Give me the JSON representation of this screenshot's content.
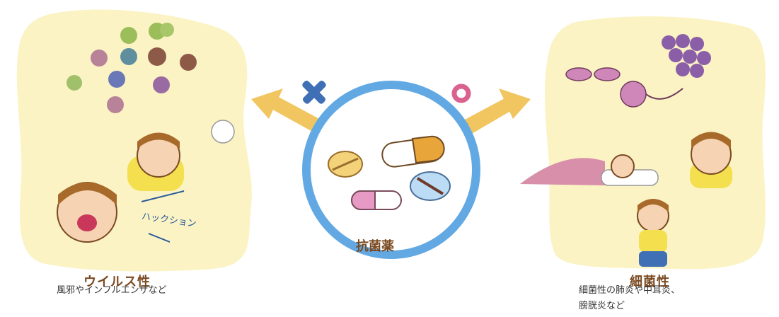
{
  "center": {
    "title": "抗菌薬"
  },
  "virus": {
    "title": "ウイルス性",
    "description": "風邪やインフルエンザなど",
    "sneeze_text": "ハックション",
    "mark": "✕",
    "mark_color": "#3f6fb5"
  },
  "bacteria": {
    "title": "細菌性",
    "description_lines": [
      "細菌性の肺炎や中耳炎、",
      "膀胱炎など"
    ],
    "mark": "○",
    "mark_color": "#d9628f"
  },
  "colors": {
    "blob": "#fbf3c4",
    "ring": "#62a9e4",
    "arrow": "#f1c660",
    "arrow_joint": "#6eaa7a"
  }
}
